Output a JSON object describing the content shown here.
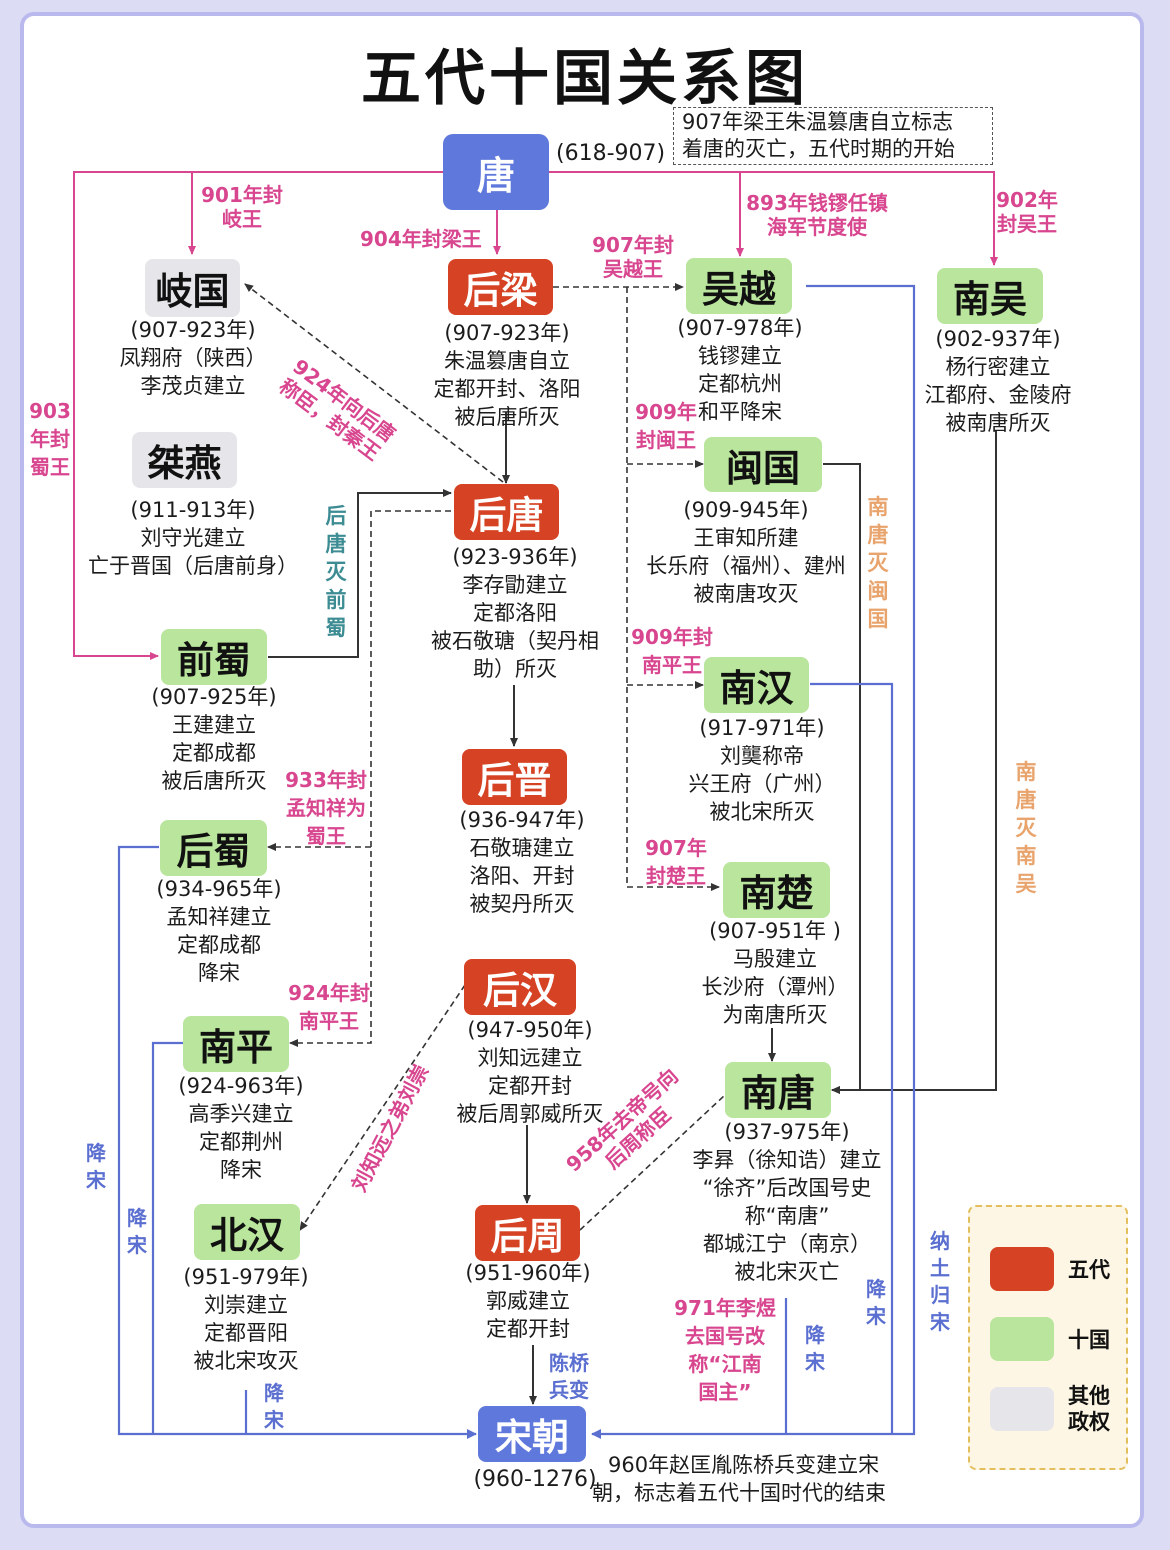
{
  "title": "五代十国关系图",
  "tang": {
    "label": "唐",
    "years": "(618-907)"
  },
  "top_note": [
    "907年梁王朱温篡唐自立标志",
    "着唐的灭亡，五代时期的开始"
  ],
  "states": {
    "qiguo": {
      "label": "岐国",
      "info": [
        "(907-923年)",
        "凤翔府（陕西）",
        "李茂贞建立"
      ]
    },
    "jieyan": {
      "label": "桀燕",
      "info": [
        "(911-913年)",
        "刘守光建立",
        "亡于晋国（后唐前身）"
      ]
    },
    "qianshu": {
      "label": "前蜀",
      "info": [
        "(907-925年)",
        "王建建立",
        "定都成都",
        "被后唐所灭"
      ]
    },
    "houshu": {
      "label": "后蜀",
      "info": [
        "(934-965年)",
        "孟知祥建立",
        "定都成都",
        "降宋"
      ]
    },
    "nanping": {
      "label": "南平",
      "info": [
        "(924-963年)",
        "高季兴建立",
        "定都荆州",
        "降宋"
      ]
    },
    "beihan": {
      "label": "北汉",
      "info": [
        "(951-979年)",
        "刘崇建立",
        "定都晋阳",
        "被北宋攻灭"
      ]
    },
    "houliang": {
      "label": "后梁",
      "info": [
        "(907-923年)",
        "朱温篡唐自立",
        "定都开封、洛阳",
        "被后唐所灭"
      ]
    },
    "houtang": {
      "label": "后唐",
      "info": [
        "(923-936年)",
        "李存勖建立",
        "定都洛阳",
        "被石敬瑭（契丹相",
        "助）所灭"
      ]
    },
    "houjin": {
      "label": "后晋",
      "info": [
        "(936-947年)",
        "石敬瑭建立",
        "洛阳、开封",
        "被契丹所灭"
      ]
    },
    "houhan": {
      "label": "后汉",
      "info": [
        "(947-950年)",
        "刘知远建立",
        "定都开封",
        "被后周郭威所灭"
      ]
    },
    "houzhou": {
      "label": "后周",
      "info": [
        "(951-960年)",
        "郭威建立",
        "定都开封"
      ]
    },
    "wuyue": {
      "label": "吴越",
      "info": [
        "(907-978年)",
        "钱镠建立",
        "定都杭州",
        "和平降宋"
      ]
    },
    "nanwu": {
      "label": "南吴",
      "info": [
        "(902-937年)",
        "杨行密建立",
        "江都府、金陵府",
        "被南唐所灭"
      ]
    },
    "minguo": {
      "label": "闽国",
      "info": [
        "(909-945年)",
        "王审知所建",
        "长乐府（福州）、建州",
        "被南唐攻灭"
      ]
    },
    "nanhan": {
      "label": "南汉",
      "info": [
        "(917-971年)",
        "刘龑称帝",
        "兴王府（广州）",
        "被北宋所灭"
      ]
    },
    "nanchu": {
      "label": "南楚",
      "info": [
        "(907-951年 )",
        "马殷建立",
        "长沙府（潭州）",
        "为南唐所灭"
      ]
    },
    "nantang": {
      "label": "南唐",
      "info": [
        "(937-975年)",
        "李昪（徐知诰）建立",
        "“徐齐”后改国号史",
        "称“南唐”",
        "都城江宁（南京）",
        "被北宋灭亡"
      ]
    }
  },
  "song": {
    "label": "宋朝",
    "years": "(960-1276)",
    "note": [
      "960年赵匡胤陈桥兵变建立宋",
      "朝，标志着五代十国时代的结束"
    ]
  },
  "edge_labels": {
    "e901": "901年封\n岐王",
    "e904": "904年封梁王",
    "e907wy": "907年封\n吴越王",
    "e893": "893年钱镠任镇\n海军节度使",
    "e902": "902年\n封吴王",
    "e903": "903\n年封\n蜀王",
    "e924qin": "924年向后唐\n称臣，封秦王",
    "e909min": "909年\n封闽王",
    "e909nh": "909年封\n南平王",
    "e907chu": "907年\n封楚王",
    "e933": "933年封\n孟知祥为\n蜀王",
    "e924np": "924年封\n南平王",
    "e_liu": "刘知远之弟刘崇",
    "e958": "958年去帝号向\n后周称臣",
    "e971": "971年李煜\n去国号改\n称“江南\n国主”",
    "qianshu_mie": "后唐灭前蜀",
    "min_mie": "南唐灭闽国",
    "nanwu_mie": "南唐灭南吴",
    "chenqiao": "陈桥\n兵变",
    "xiangsong": "降宋",
    "natu": "纳土归宋"
  },
  "legend": [
    {
      "label": "五代",
      "color": "#d64224"
    },
    {
      "label": "十国",
      "color": "#b9e59c"
    },
    {
      "label": "其他\n政权",
      "color": "#e6e6ea"
    }
  ],
  "colors": {
    "pink": "#d8468f",
    "blue": "#5b6fd0",
    "dark": "#333333",
    "orange": "#e8a46c",
    "teal": "#3d8c93"
  }
}
